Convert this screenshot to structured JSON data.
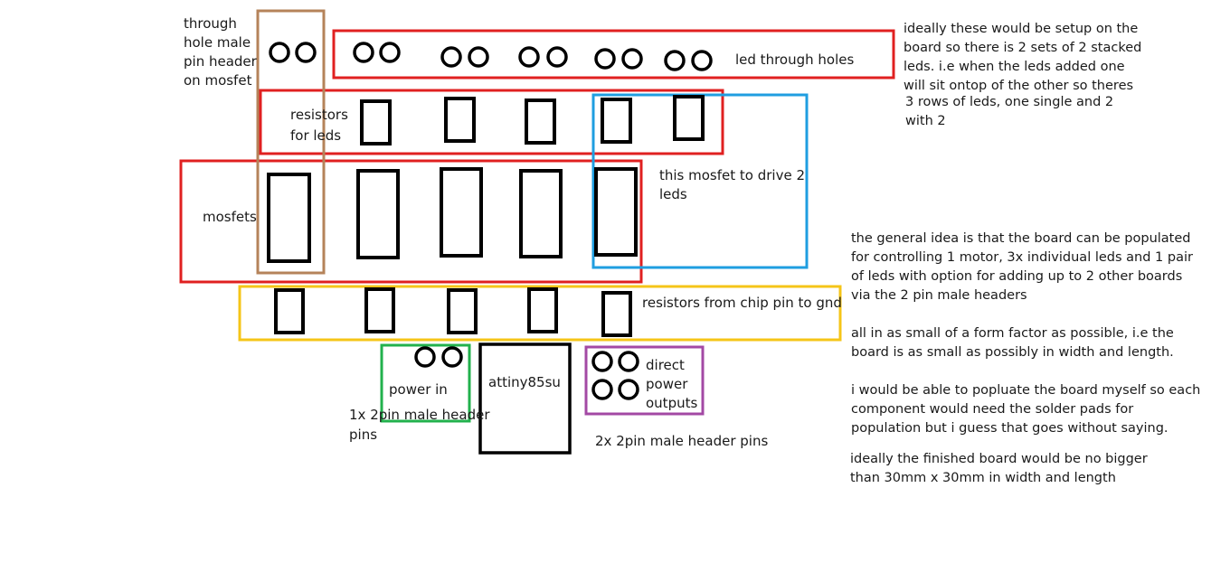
{
  "labels": {
    "through_hole": [
      "through",
      "hole male",
      "pin header",
      "on mosfet"
    ],
    "led_through_holes": "led through holes",
    "resistors_for_leds": [
      "resistors",
      "for leds"
    ],
    "mosfets": "mosfets",
    "mosfet_drive_two": [
      "this mosfet to drive 2",
      "leds"
    ],
    "resistors_chip_gnd": "resistors from chip pin to gnd",
    "power_in": "power in",
    "header_1x": [
      "1x 2pin male header",
      "pins"
    ],
    "attiny": "attiny85su",
    "direct_power": [
      "direct",
      "power",
      "outputs"
    ],
    "header_2x": "2x 2pin male header pins"
  },
  "notes": {
    "led_stacking": [
      "ideally these would be setup on the",
      "board so there is 2 sets of 2 stacked",
      "leds. i.e when the leds added one",
      "will sit ontop of the other so theres",
      "3 rows of leds, one single and 2",
      "with 2"
    ],
    "general_idea": [
      "the general idea is that the board can be populated",
      "for controlling 1 motor, 3x individual leds and 1 pair",
      "of leds with option for adding up to 2 other boards",
      "via the 2 pin male headers"
    ],
    "form_factor": [
      "all in as small of a form factor as possible, i.e the",
      "board is as small as possibly in width and length."
    ],
    "populate": [
      "i would be able to popluate the board myself so each",
      "component would need the solder pads for",
      "population but i guess that goes without saying."
    ],
    "size": [
      "ideally the finished board would be no bigger",
      "than 30mm x 30mm in width and length"
    ]
  },
  "colors": {
    "red": "#e02020",
    "brown": "#b5835a",
    "blue": "#1f9ee0",
    "yellow": "#f5c518",
    "green": "#22b14c",
    "purple": "#a349a4",
    "black": "#000000"
  }
}
